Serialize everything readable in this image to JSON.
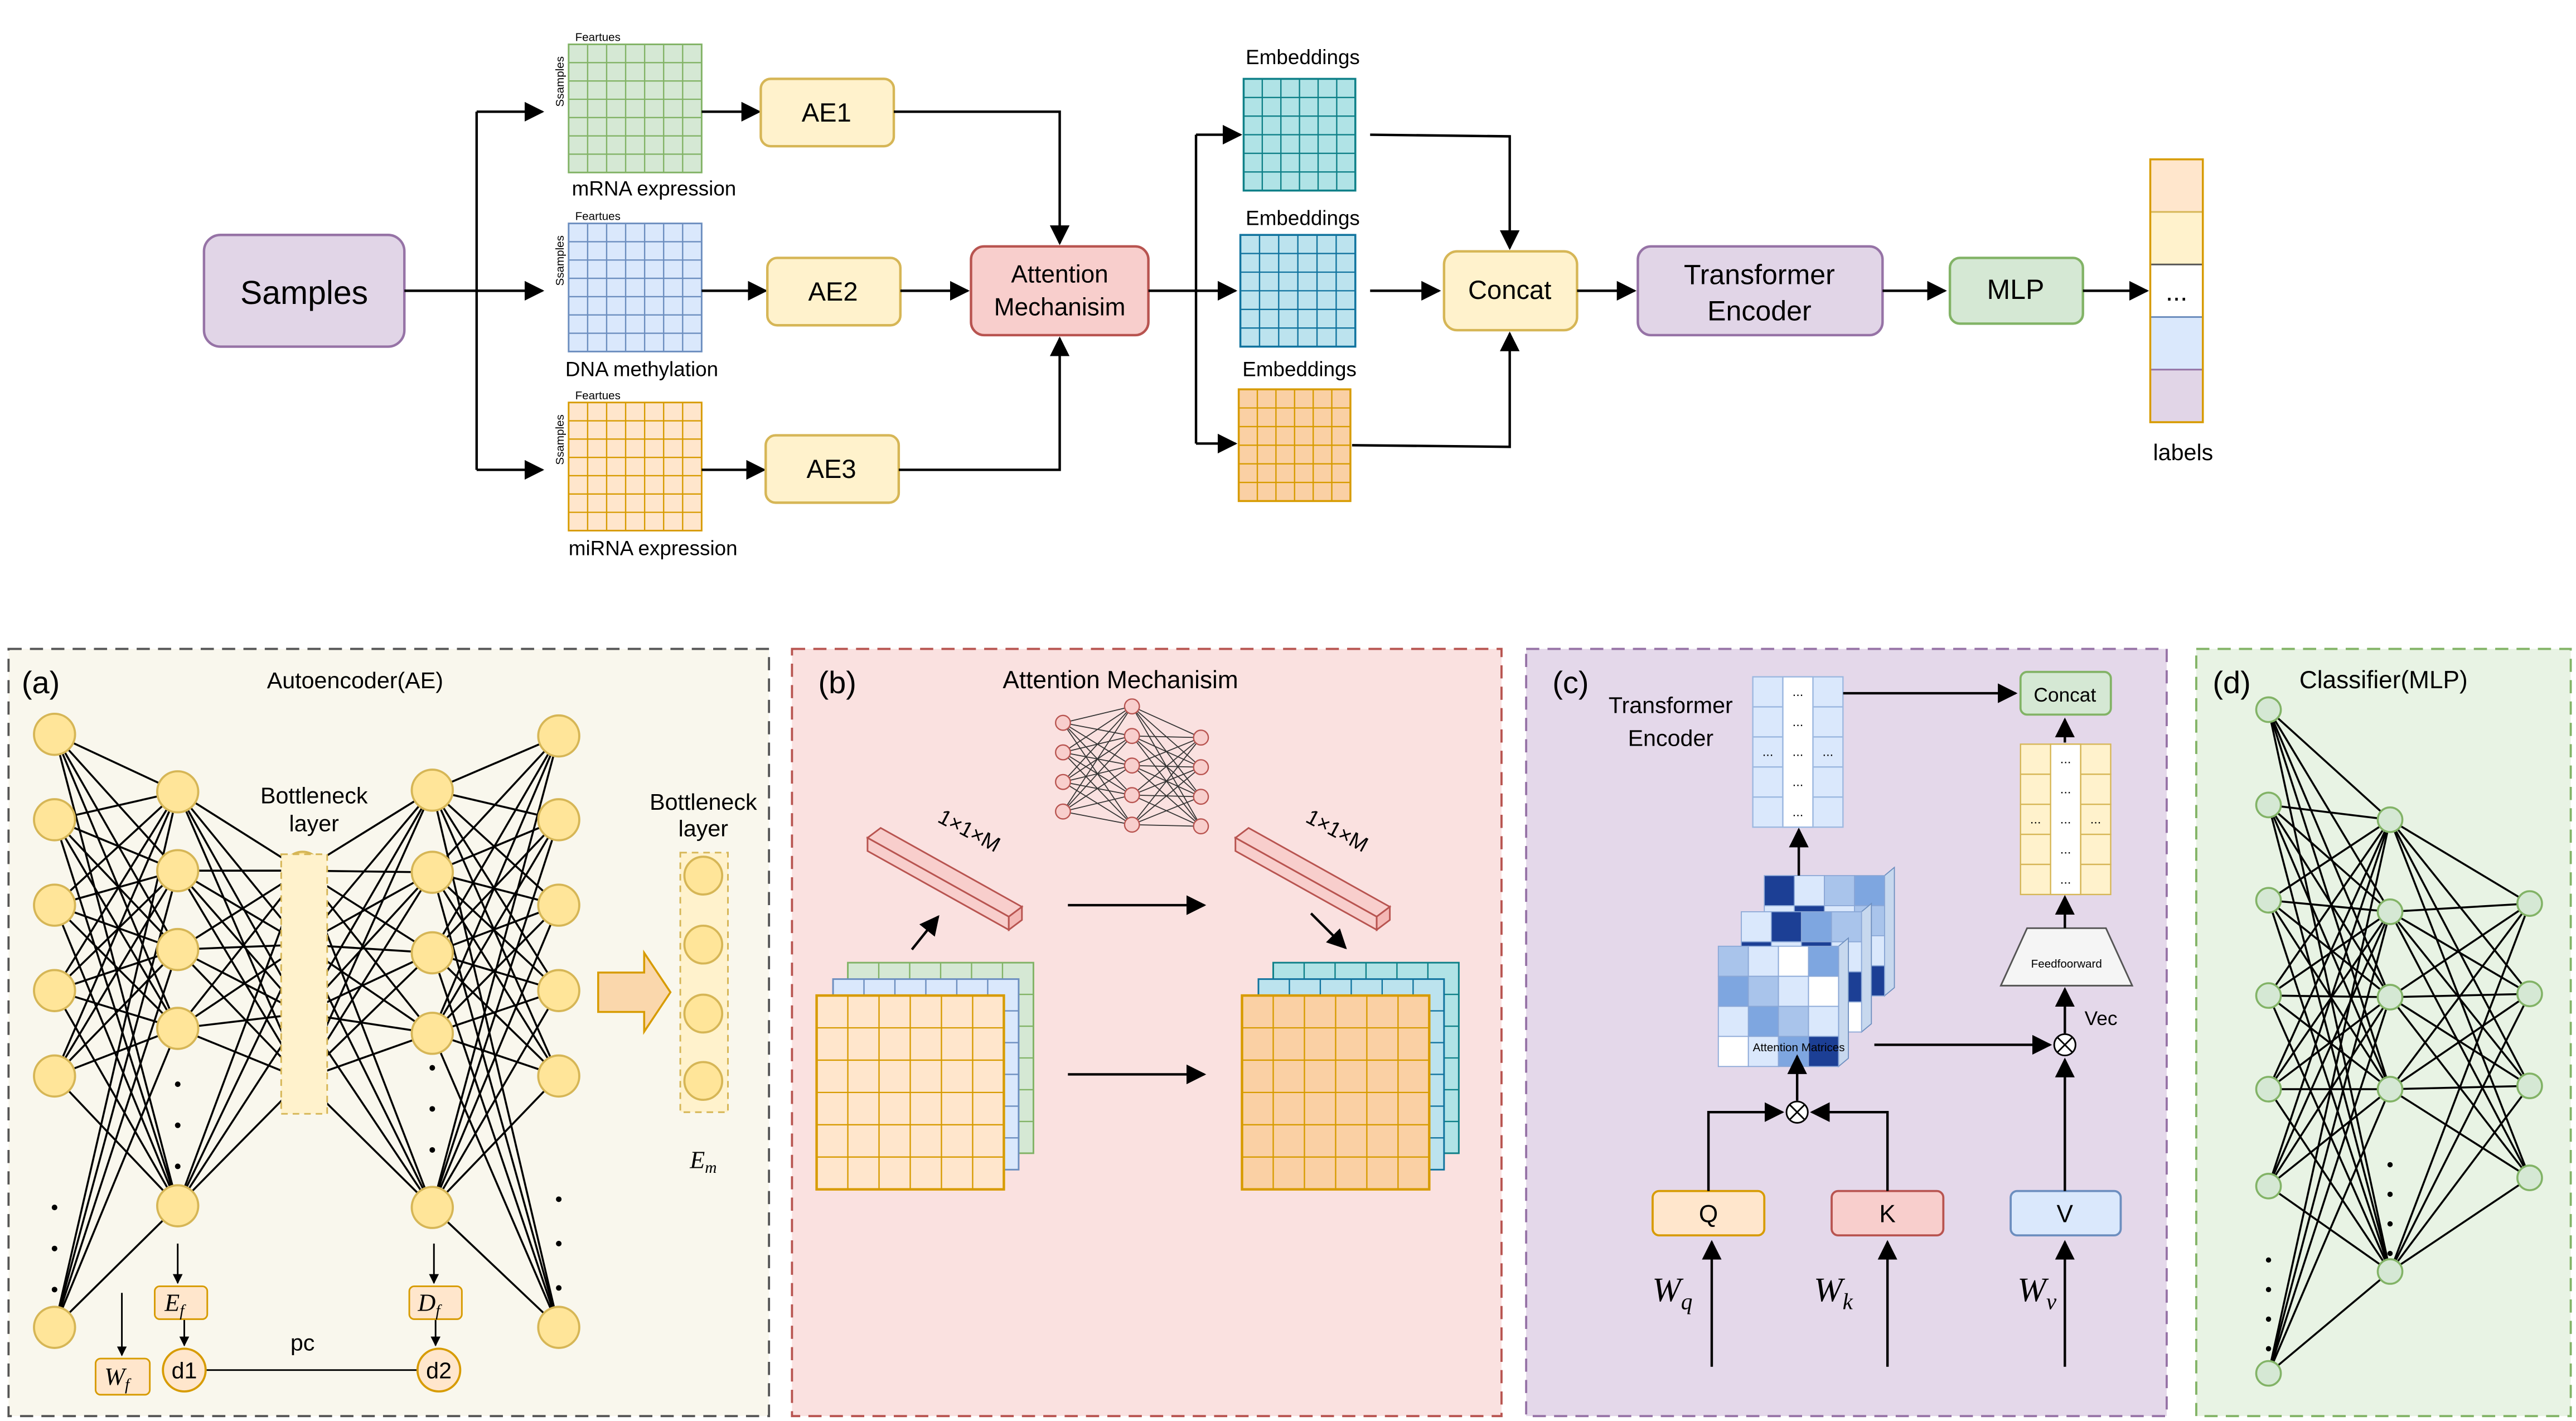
{
  "top": {
    "samples": "Samples",
    "features_label": "Feartues",
    "samples_axis_label": "Ssamples",
    "omics": [
      "mRNA expression",
      "DNA methylation",
      "miRNA expression"
    ],
    "ae": [
      "AE1",
      "AE2",
      "AE3"
    ],
    "attention": [
      "Attention",
      "Mechanisim"
    ],
    "embeddings": "Embeddings",
    "concat": "Concat",
    "transformer": [
      "Transformer",
      "Encoder"
    ],
    "mlp": "MLP",
    "labels_ellipsis": "...",
    "labels": "labels"
  },
  "panel_a": {
    "letter": "(a)",
    "title": "Autoencoder(AE)",
    "bottleneck": [
      "Bottleneck",
      "layer"
    ],
    "ef": "E",
    "ef_sub": "f",
    "df": "D",
    "df_sub": "f",
    "wf": "W",
    "wf_sub": "f",
    "d1": "d1",
    "d2": "d2",
    "pc": "pc",
    "em": "E",
    "em_sub": "m"
  },
  "panel_b": {
    "letter": "(b)",
    "title": "Attention Mechanisim",
    "vec_label": "1×1×M"
  },
  "panel_c": {
    "letter": "(c)",
    "title": [
      "Transformer",
      "Encoder"
    ],
    "concat": "Concat",
    "attn_matrices": "Attention Matrices",
    "feedforward": "Feedfoorward",
    "vec": "Vec",
    "q": "Q",
    "k": "K",
    "v": "V",
    "wq": "W",
    "wq_sub": "q",
    "wk": "W",
    "wk_sub": "k",
    "wv": "W",
    "wv_sub": "v",
    "cell_dots": "..."
  },
  "panel_d": {
    "letter": "(d)",
    "title": "Classifier(MLP)"
  },
  "colors": {
    "green_fill": "#d5e8d4",
    "green_stroke": "#82b366",
    "blue_fill": "#dae8fc",
    "blue_stroke": "#6c8ebf",
    "orange_fill": "#ffe6cc",
    "orange_stroke": "#d79b00",
    "yellow_fill": "#fff2cc",
    "yellow_stroke": "#d6b656",
    "purple_fill": "#e1d5e7",
    "purple_stroke": "#9673a6",
    "red_fill": "#f8cecc",
    "red_stroke": "#b85450",
    "teal_fill": "#b0e3e6",
    "teal_stroke": "#0e8088"
  }
}
